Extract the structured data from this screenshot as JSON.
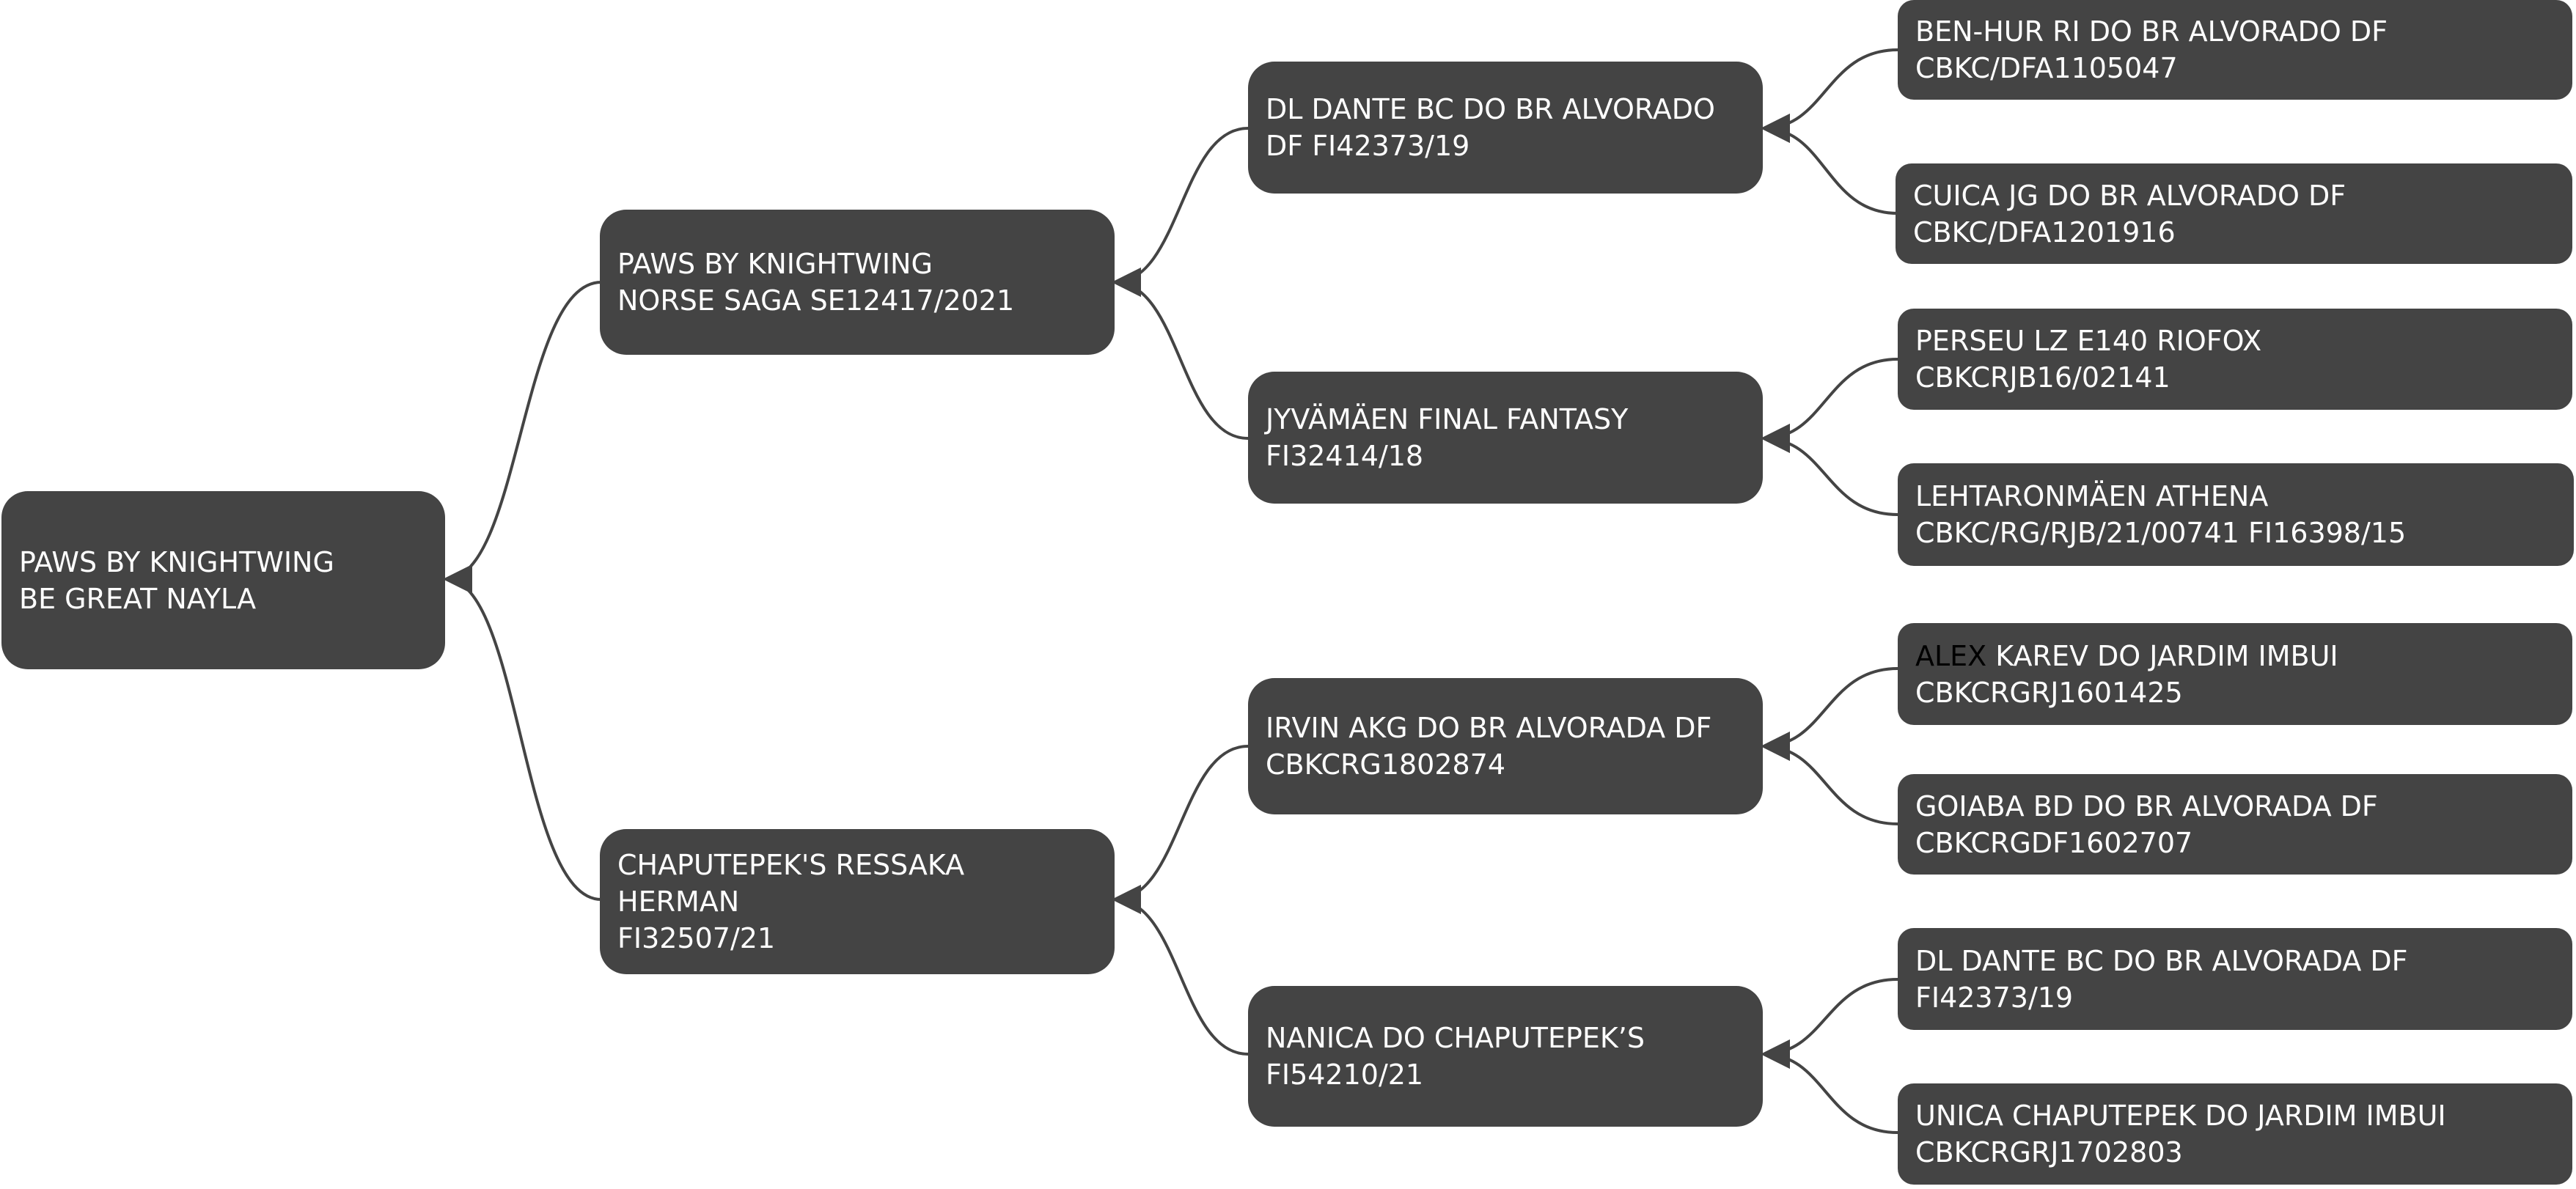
{
  "colors": {
    "node_fill": "#444444",
    "node_text": "#ffffff",
    "connector": "#444444",
    "highlight_text": "#000000"
  },
  "pedigree": {
    "subject": {
      "line1": "PAWS BY KNIGHTWING",
      "line2": "BE GREAT NAYLA"
    },
    "sire": {
      "line1": "PAWS BY KNIGHTWING",
      "line2": "NORSE SAGA  SE12417/2021"
    },
    "dam": {
      "line1": "CHAPUTEPEK'S RESSAKA",
      "line2": "HERMAN",
      "line3": "FI32507/21"
    },
    "sire_sire": {
      "line1": "DL DANTE BC DO BR ALVORADO",
      "line2": "DF FI42373/19"
    },
    "sire_dam": {
      "line1": "JYVÄMÄEN FINAL FANTASY",
      "line2": "FI32414/18"
    },
    "dam_sire": {
      "line1": "IRVIN AKG DO BR ALVORADA DF",
      "line2": "CBKCRG1802874"
    },
    "dam_dam": {
      "line1": "NANICA DO CHAPUTEPEK’S",
      "line2": "FI54210/21"
    },
    "ss_sire": {
      "line1": "BEN-HUR RI DO BR ALVORADO DF",
      "line2": "CBKC/DFA1105047"
    },
    "ss_dam": {
      "line1": "CUICA JG DO BR ALVORADO DF",
      "line2": "CBKC/DFA1201916"
    },
    "sd_sire": {
      "line1": "PERSEU LZ E140 RIOFOX",
      "line2": "CBKCRJB16/02141"
    },
    "sd_dam": {
      "line1": "LEHTARONMÄEN ATHENA",
      "line2": "CBKC/RG/RJB/21/00741  FI16398/15"
    },
    "ds_sire": {
      "line1_highlight": "ALEX",
      "line1_rest": " KAREV DO JARDIM IMBUI",
      "line2": "CBKCRGRJ1601425"
    },
    "ds_dam": {
      "line1": "GOIABA BD DO BR ALVORADA DF",
      "line2": "CBKCRGDF1602707"
    },
    "dd_sire": {
      "line1": "DL DANTE BC DO BR ALVORADA DF",
      "line2": "FI42373/19"
    },
    "dd_dam": {
      "line1": "UNICA CHAPUTEPEK DO JARDIM IMBUI",
      "line2": "CBKCRGRJ1702803"
    }
  }
}
